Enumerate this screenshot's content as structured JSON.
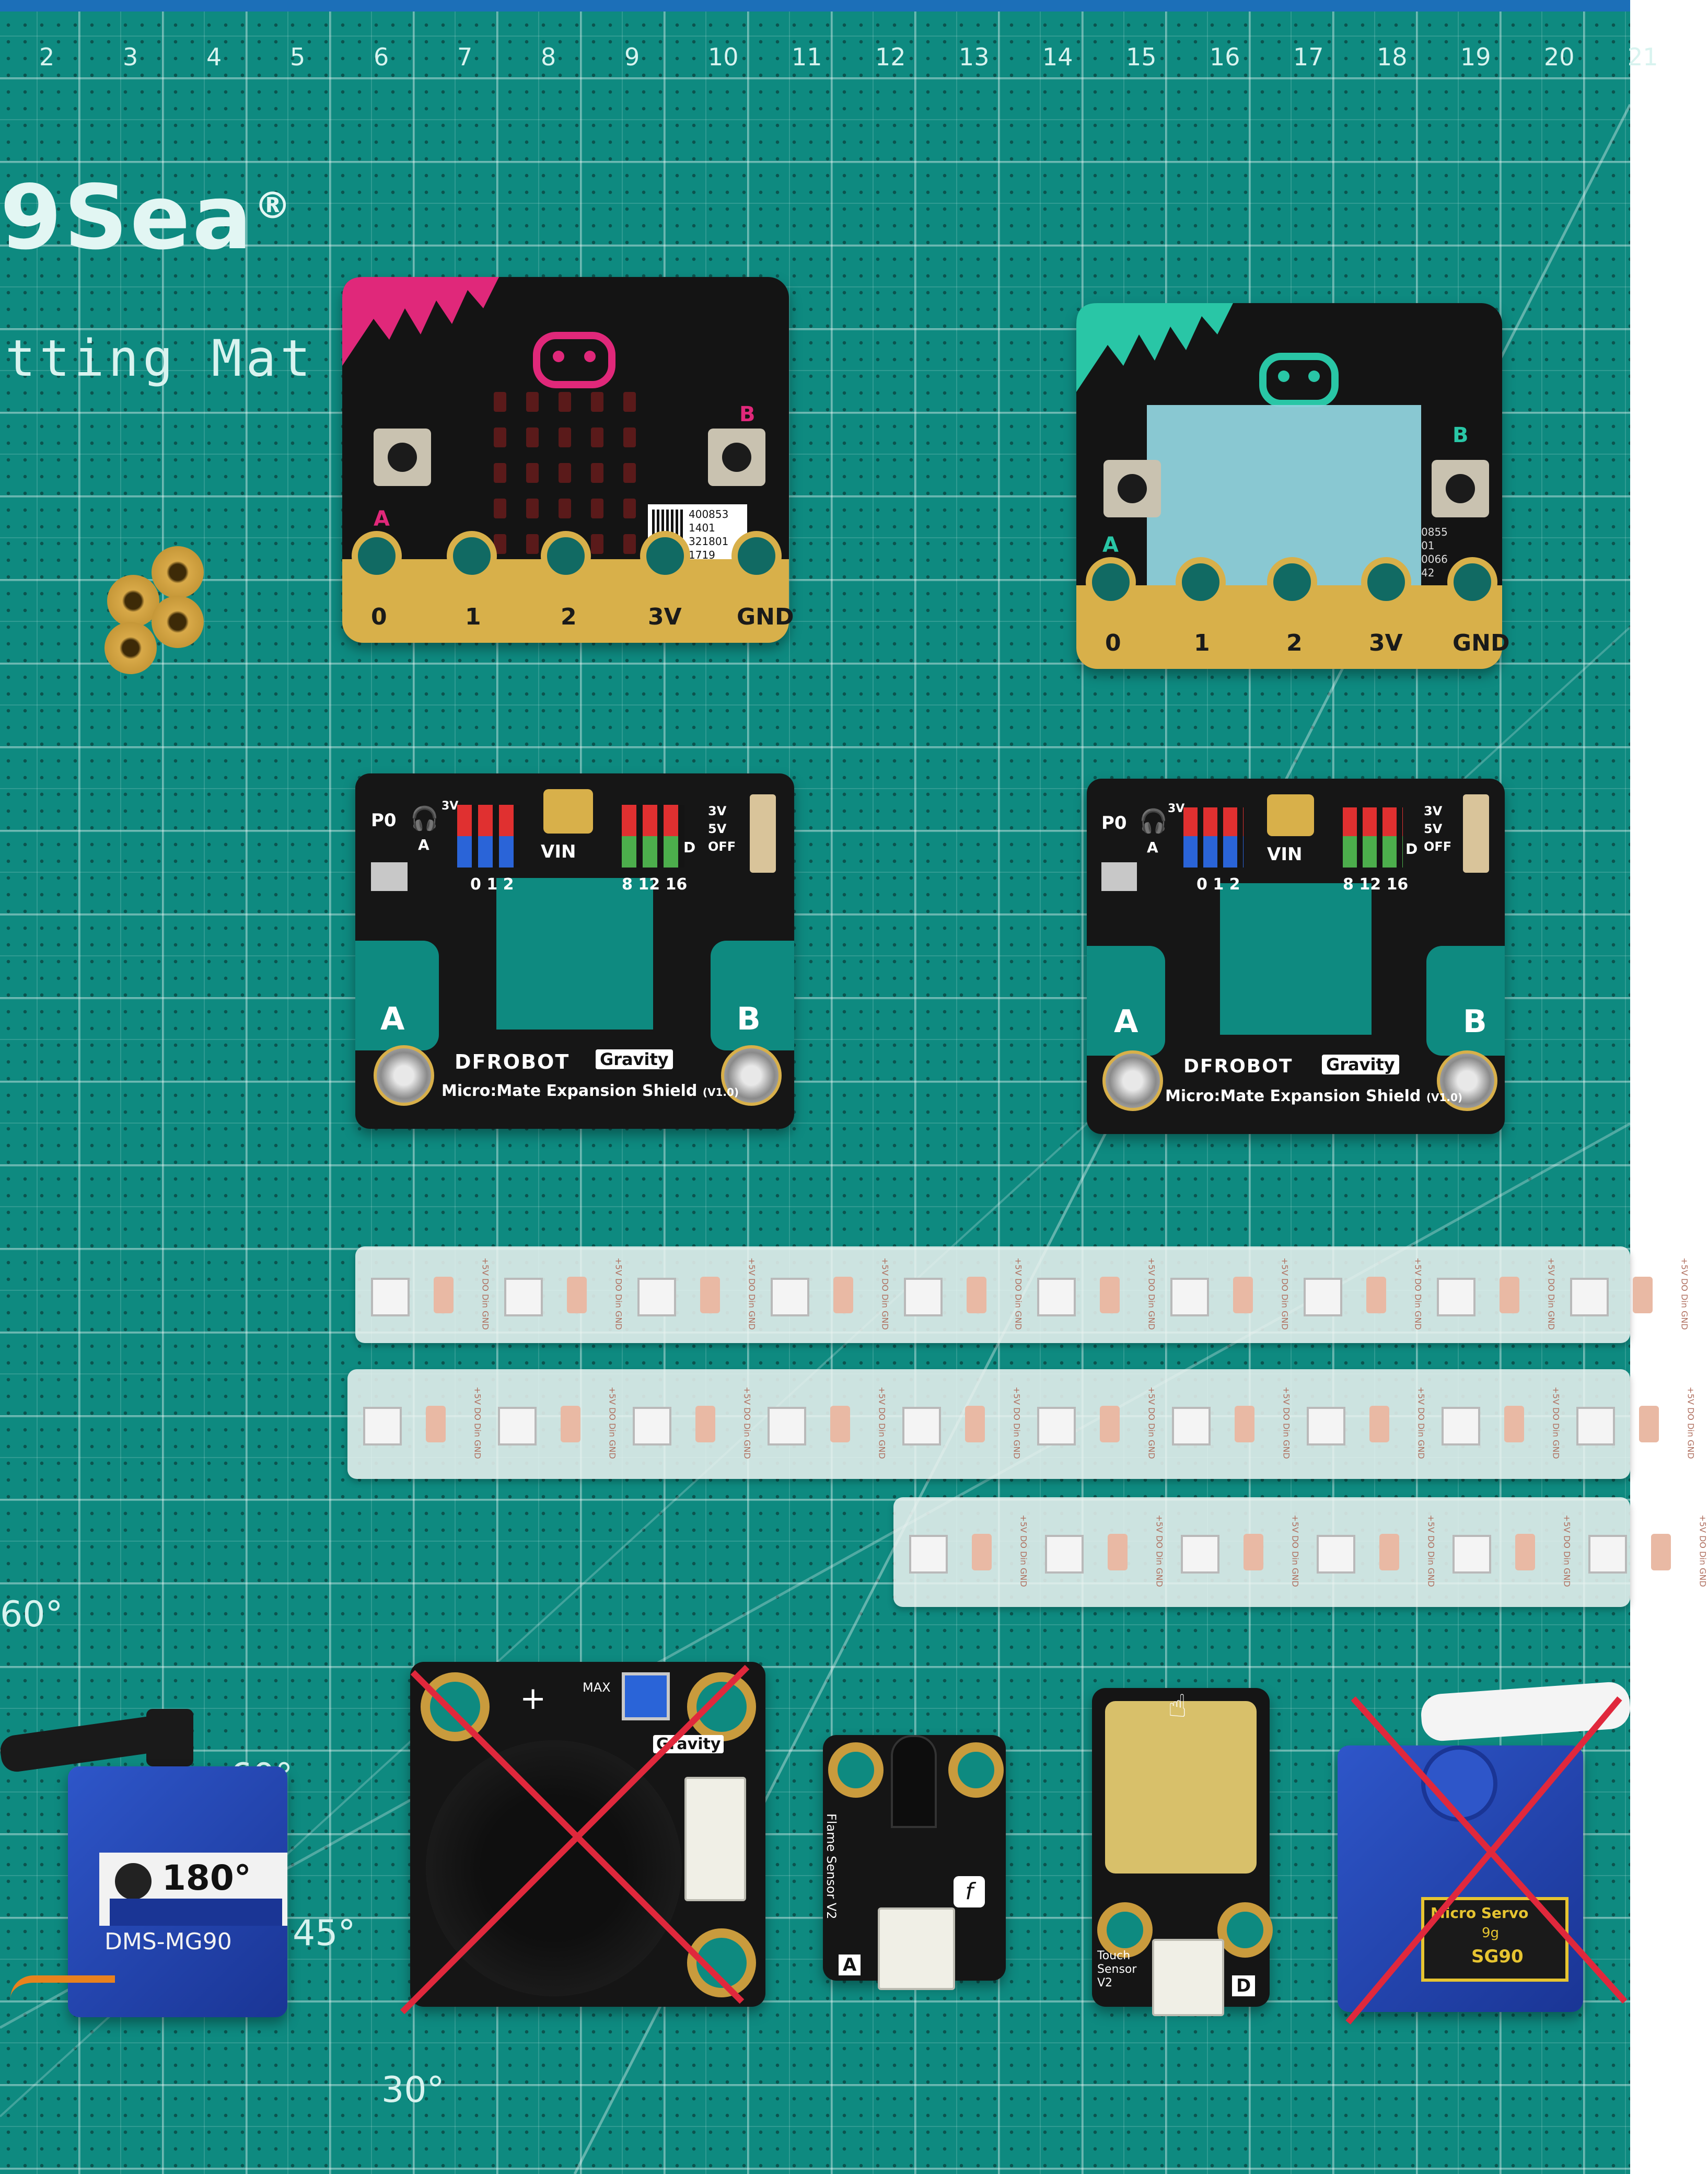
{
  "mat": {
    "brand": "9Sea",
    "brand_mark": "®",
    "subtitle": "tting Mat",
    "ruler_numbers": [
      "2",
      "3",
      "4",
      "5",
      "6",
      "7",
      "8",
      "9",
      "10",
      "11",
      "12",
      "13",
      "14",
      "15",
      "16",
      "17",
      "18",
      "19",
      "20",
      "21"
    ],
    "angles": [
      "60°",
      "45°",
      "30°",
      "60°"
    ]
  },
  "microbit_left": {
    "accent": "#e0287a",
    "button_a": "A",
    "button_b": "B",
    "pins": [
      "0",
      "1",
      "2",
      "3V",
      "GND"
    ],
    "sticker": [
      "400853",
      "1401",
      "321801",
      "1719"
    ]
  },
  "microbit_right": {
    "accent": "#29c6a6",
    "button_a": "A",
    "button_b": "B",
    "pins": [
      "0",
      "1",
      "2",
      "3V",
      "GND"
    ],
    "sticker": [
      "0855",
      "01",
      "0066",
      "42"
    ]
  },
  "shield_left": {
    "brand": "DFROBOT",
    "badge": "Gravity",
    "name": "Micro:Mate Expansion Shield",
    "version": "(V1.0)",
    "vin": "VIN",
    "pins_left": "0 1 2",
    "pins_right": "8 12 16",
    "label_a": "A",
    "label_b": "B",
    "label_p0": "P0",
    "switch": [
      "3V",
      "5V",
      "OFF"
    ],
    "small_a": "A",
    "small_d": "D",
    "small_3v": "3V"
  },
  "shield_right": {
    "brand": "DFROBOT",
    "badge": "Gravity",
    "name": "Micro:Mate Expansion Shield",
    "version": "(V1.0)",
    "vin": "VIN",
    "pins_left": "0 1 2",
    "pins_right": "8 12 16",
    "label_a": "A",
    "label_b": "B",
    "label_p0": "P0",
    "switch": [
      "3V",
      "5V",
      "OFF"
    ],
    "small_a": "A",
    "small_d": "D",
    "small_3v": "3V"
  },
  "led_strip_label": "+5V DO Din GND",
  "speaker_module": {
    "badge": "Gravity",
    "plus": "+",
    "max": "MAX"
  },
  "flame_sensor": {
    "name": "Flame Sensor V2",
    "port": "A"
  },
  "touch_sensor": {
    "name": "Touch Sensor V2",
    "port": "D"
  },
  "servo_left": {
    "angle": "180°",
    "model": "DMS-MG90"
  },
  "servo_right": {
    "brand": "Micro Servo",
    "size": "9g",
    "model": "SG90"
  },
  "colors": {
    "mat": "#0e8a80",
    "cross": "#e0283c",
    "gold": "#d8b04a"
  }
}
